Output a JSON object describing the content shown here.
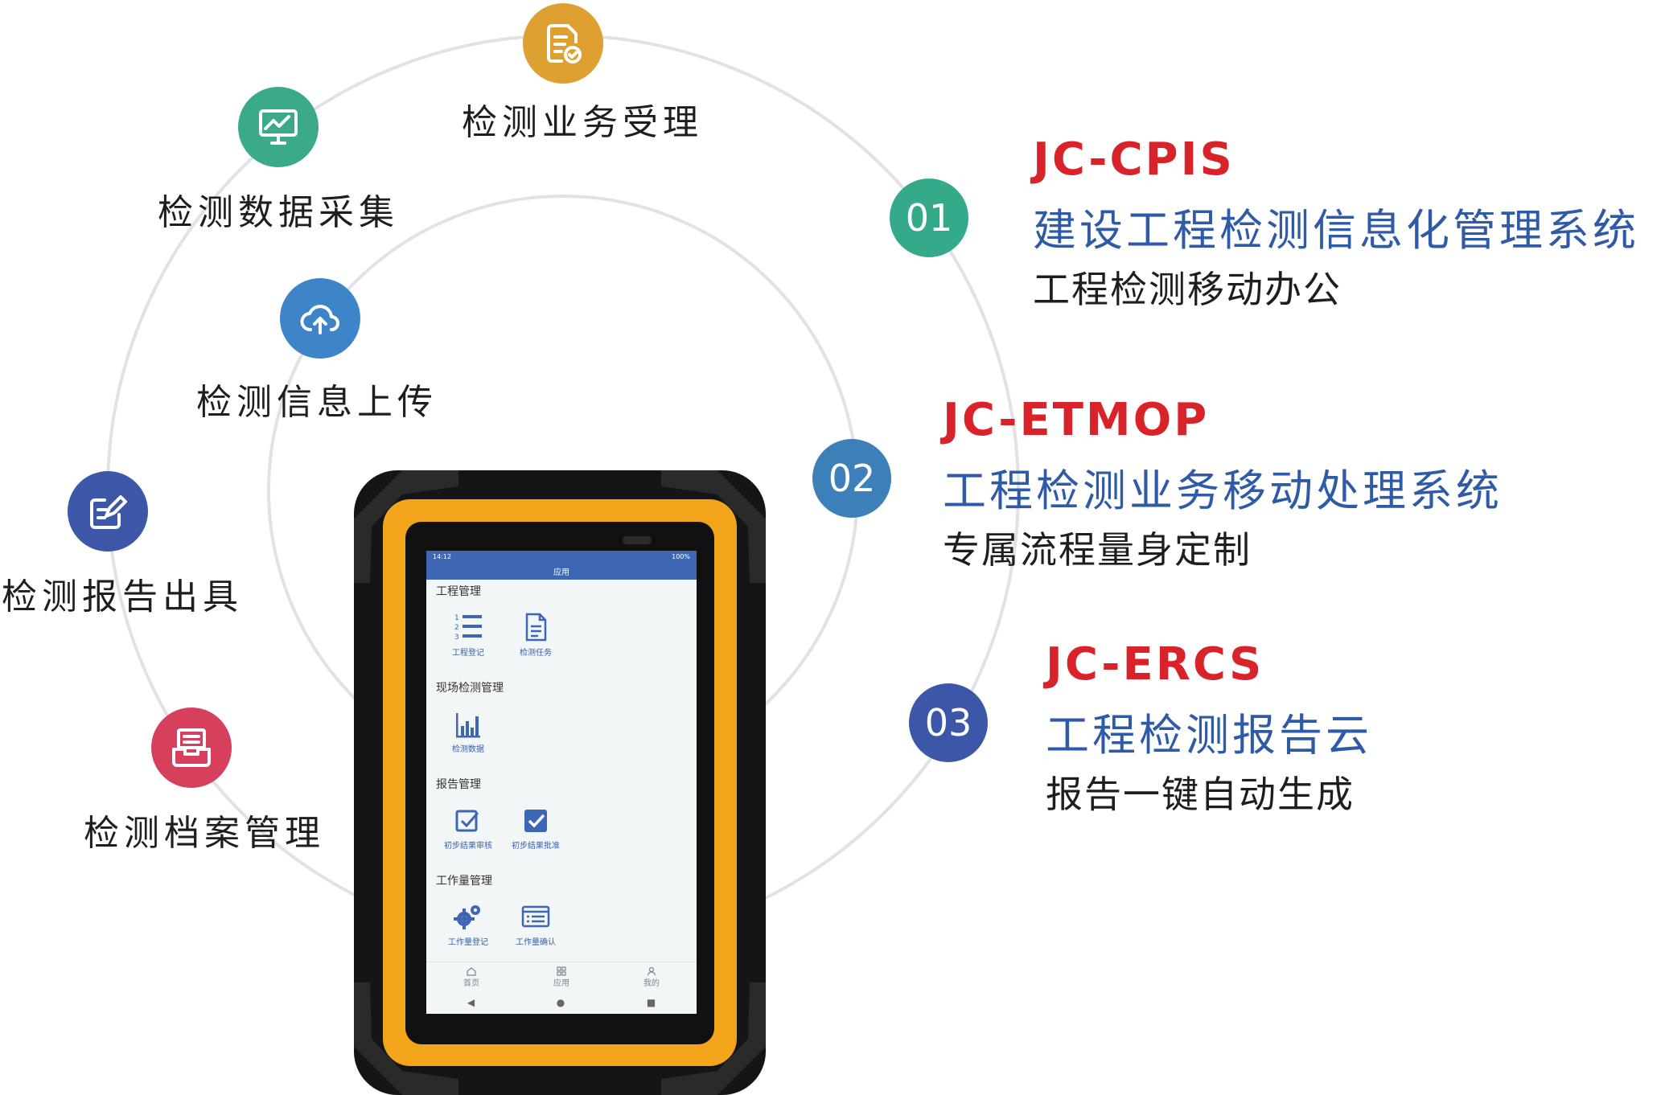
{
  "features": [
    {
      "label": "检测业务受理",
      "icon": "document-check-icon",
      "color": "#dfa032"
    },
    {
      "label": "检测数据采集",
      "icon": "monitor-chart-icon",
      "color": "#3aaa8a"
    },
    {
      "label": "检测信息上传",
      "icon": "cloud-upload-icon",
      "color": "#3d84c8"
    },
    {
      "label": "检测报告出具",
      "icon": "report-edit-icon",
      "color": "#3d57a8"
    },
    {
      "label": "检测档案管理",
      "icon": "archive-box-icon",
      "color": "#d6405d"
    }
  ],
  "systems": [
    {
      "number": "01",
      "code": "JC-CPIS",
      "name": "建设工程检测信息化管理系统",
      "desc": "工程检测移动办公",
      "badge_color": "#35aa8b"
    },
    {
      "number": "02",
      "code": "JC-ETMOP",
      "name": "工程检测业务移动处理系统",
      "desc": "专属流程量身定制",
      "badge_color": "#3d7fb8"
    },
    {
      "number": "03",
      "code": "JC-ERCS",
      "name": "工程检测报告云",
      "desc": "报告一键自动生成",
      "badge_color": "#3d57a8"
    }
  ],
  "tablet": {
    "status_time": "14:12",
    "status_battery": "100%",
    "app_title": "应用",
    "sections": [
      {
        "title": "工程管理",
        "apps": [
          "工程登记",
          "检测任务"
        ]
      },
      {
        "title": "现场检测管理",
        "apps": [
          "检测数据"
        ]
      },
      {
        "title": "报告管理",
        "apps": [
          "初步结果审核",
          "初步结果批准"
        ]
      },
      {
        "title": "工作量管理",
        "apps": [
          "工作量登记",
          "工作量确认"
        ]
      }
    ],
    "tabs": [
      "首页",
      "应用",
      "我的"
    ],
    "nav": [
      "◀",
      "●",
      "■"
    ]
  }
}
